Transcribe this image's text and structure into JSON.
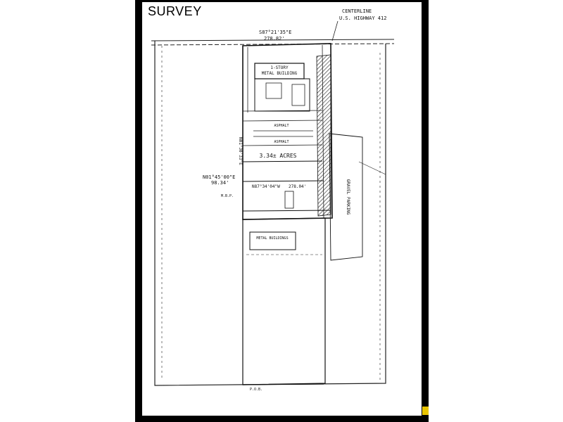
{
  "title": "SURVEY",
  "highway": {
    "line1": "CENTERLINE",
    "line2": "U.S. HIGHWAY 412"
  },
  "bearings": {
    "top": "S87°21'35\"E",
    "top_distance": "278.82'",
    "left": "N01°45'00\"E",
    "left_distance": "98.34'",
    "mid": "N87°34'04\"W",
    "mid_distance": "278.04'",
    "east": "N01°30'33\"E"
  },
  "labels": {
    "metal_building_top": "1-STORY",
    "metal_building_sub": "METAL BUILDING",
    "acres": "3.34± ACRES",
    "asphalt1": "ASPHALT",
    "asphalt2": "ASPHALT",
    "gravel_parking": "GRAVEL PARKING",
    "metal_buildings": "METAL BUILDINGS",
    "mbp": "M.B.P.",
    "pob": "P.O.B."
  }
}
